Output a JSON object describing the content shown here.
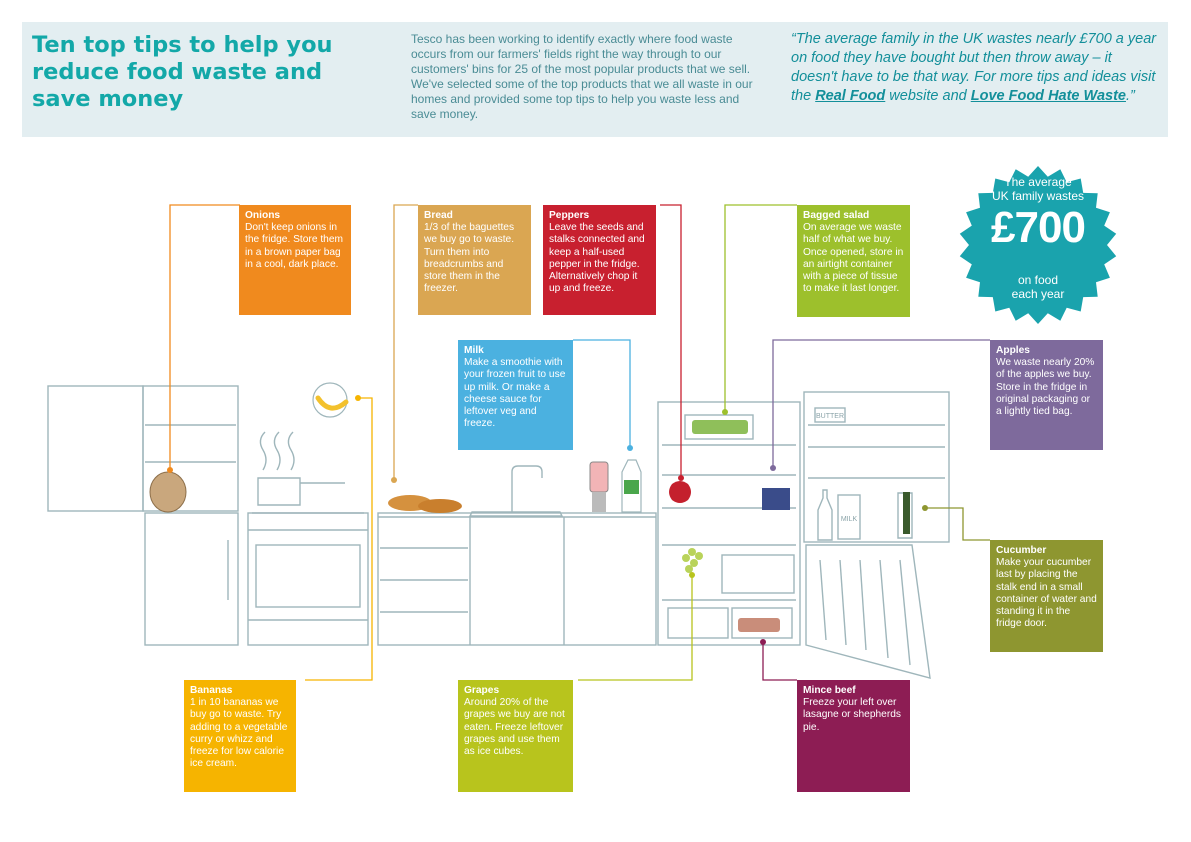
{
  "header": {
    "title": "Ten top tips to help you reduce food waste and save money",
    "intro": "Tesco has been working to identify exactly where food waste occurs from our  farmers' fields right the way through to our customers' bins for 25 of the most popular products that we sell.  We've selected some of the top products that we all waste in our homes and provided some top tips to help you waste less and save money.",
    "quote": {
      "part1": "“The average family in the UK wastes nearly £700 a year on food they have bought but then throw away – it doesn't have to be that way. For more tips and ideas visit the ",
      "link1": "Real Food",
      "part2": " website and ",
      "link2": "Love Food Hate Waste",
      "part3": ".”"
    }
  },
  "badge": {
    "line1": "The average",
    "line2": "UK family wastes",
    "amount": "£700",
    "line3": "on food",
    "line4": "each year",
    "color": "#1aa3ad"
  },
  "tips": {
    "onions": {
      "title": "Onions",
      "text": "Don't keep onions in the fridge. Store them in a brown paper bag in a cool, dark place.",
      "color": "#f08a1e"
    },
    "bread": {
      "title": "Bread",
      "text": "1/3 of the baguettes we buy go to waste. Turn them into breadcrumbs and store them in the freezer.",
      "color": "#daa652"
    },
    "peppers": {
      "title": "Peppers",
      "text": "Leave the seeds and stalks connected and keep a half-used pepper in the fridge. Alternatively chop it up and freeze.",
      "color": "#c8202f"
    },
    "bagged_salad": {
      "title": "Bagged salad",
      "text": "On average we waste half of what we buy. Once opened, store in an airtight container with a piece of tissue to make it last longer.",
      "color": "#9dc02c"
    },
    "milk": {
      "title": "Milk",
      "text": "Make a smoothie with your frozen fruit to use up milk. Or make a cheese sauce for leftover veg and freeze.",
      "color": "#4bb1e0"
    },
    "apples": {
      "title": "Apples",
      "text": "We waste nearly 20% of the apples we buy. Store in the fridge in original packaging or a lightly tied bag.",
      "color": "#7e6a9c"
    },
    "cucumber": {
      "title": "Cucumber",
      "text": "Make your cucumber last by placing the stalk end in a small container of water and standing it in the fridge door.",
      "color": "#8e9630"
    },
    "bananas": {
      "title": "Bananas",
      "text": "1 in 10 bananas we buy go to waste. Try adding to a vegetable curry or whizz and freeze for low calorie ice cream.",
      "color": "#f6b400"
    },
    "grapes": {
      "title": "Grapes",
      "text": "Around 20% of the grapes we buy are not eaten. Freeze leftover grapes and use them as ice cubes.",
      "color": "#b8c41d"
    },
    "mince_beef": {
      "title": "Mince beef",
      "text": "Freeze your left over lasagne or shepherds pie.",
      "color": "#8d1d54"
    }
  },
  "illustration": {
    "butter_label": "BUTTER",
    "milk_carton_label": "MILK"
  }
}
